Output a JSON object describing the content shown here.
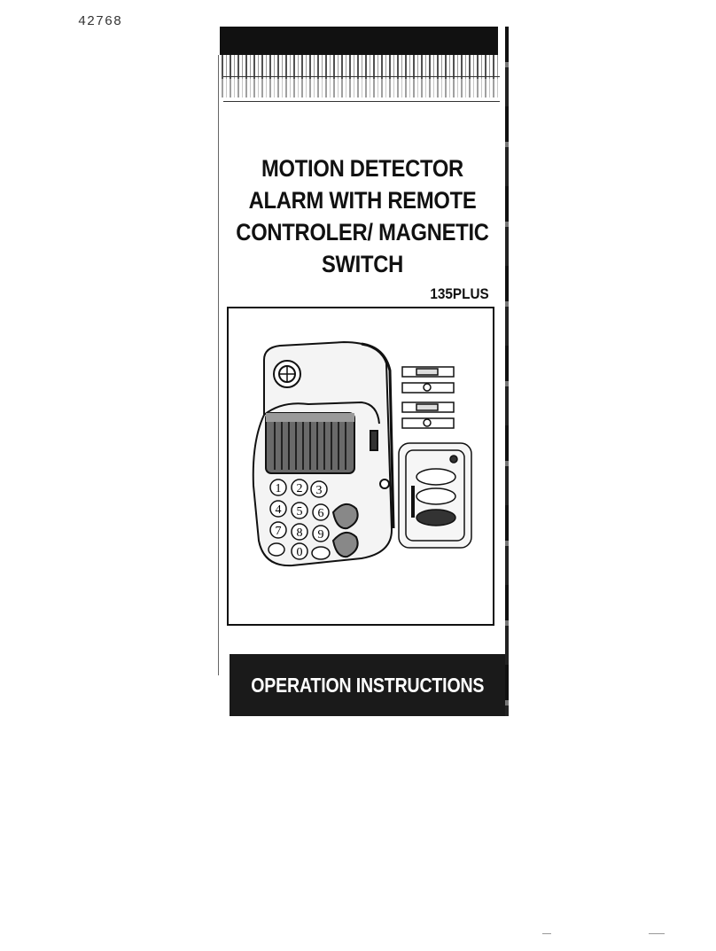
{
  "page_id": "42768",
  "cover": {
    "title_lines": [
      "MOTION DETECTOR",
      "ALARM WITH  REMOTE",
      "CONTROLER/ MAGNETIC",
      "SWITCH"
    ],
    "model": "135PLUS",
    "banner": "OPERATION INSTRUCTIONS"
  },
  "keypad": {
    "keys": [
      "1",
      "2",
      "3",
      "4",
      "5",
      "6",
      "7",
      "8",
      "9",
      "0"
    ]
  },
  "colors": {
    "ink": "#111111",
    "band": "#1a1a1a",
    "paper": "#ffffff"
  }
}
